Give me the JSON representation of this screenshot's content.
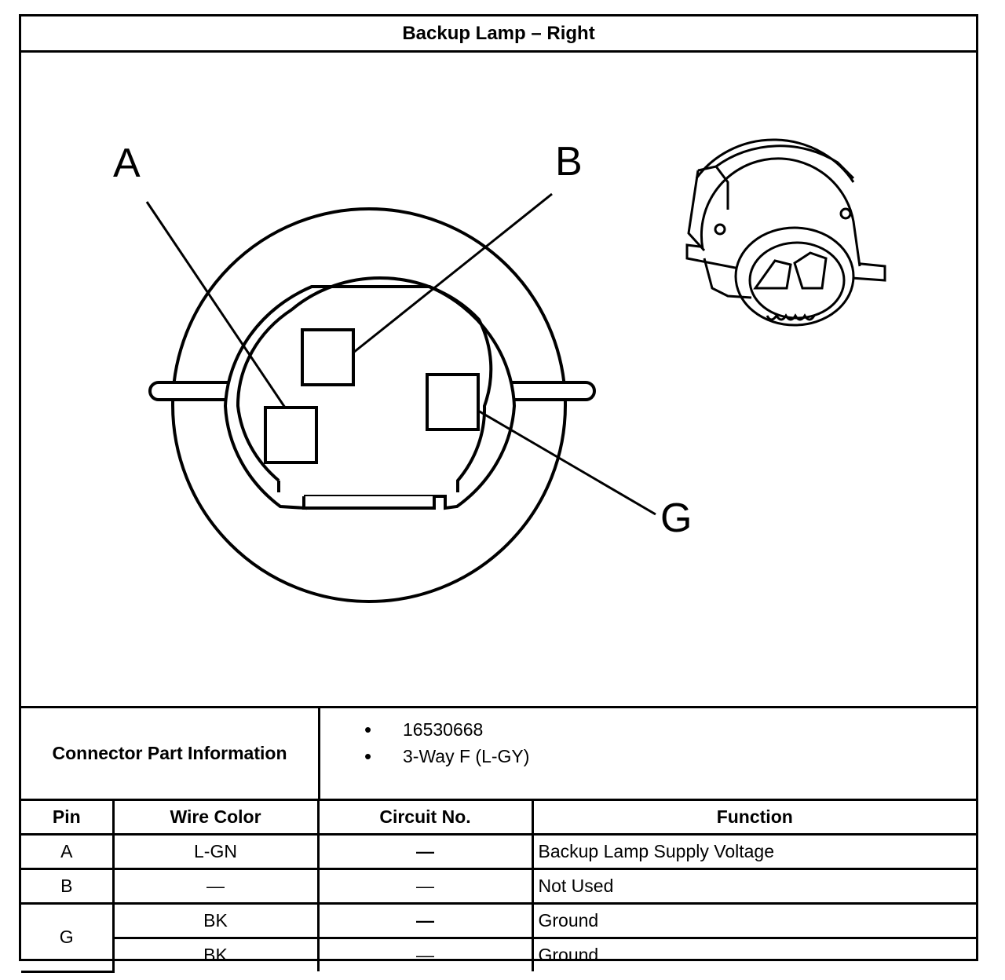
{
  "title": "Backup Lamp – Right",
  "diagram": {
    "callouts": [
      "A",
      "B",
      "G"
    ]
  },
  "connector_info": {
    "label": "Connector Part Information",
    "items": [
      "16530668",
      "3-Way F (L-GY)"
    ]
  },
  "table": {
    "headers": [
      "Pin",
      "Wire Color",
      "Circuit No.",
      "Function"
    ],
    "rows": [
      {
        "pin": "A",
        "wire": "L-GN",
        "circuit": "—",
        "function": "Backup Lamp Supply Voltage"
      },
      {
        "pin": "B",
        "wire": "—",
        "circuit": "—",
        "function": "Not Used"
      },
      {
        "pin": "G",
        "wire": "BK",
        "circuit": "—",
        "function": "Ground"
      },
      {
        "pin": "",
        "wire": "BK",
        "circuit": "—",
        "function": "Ground"
      }
    ]
  }
}
